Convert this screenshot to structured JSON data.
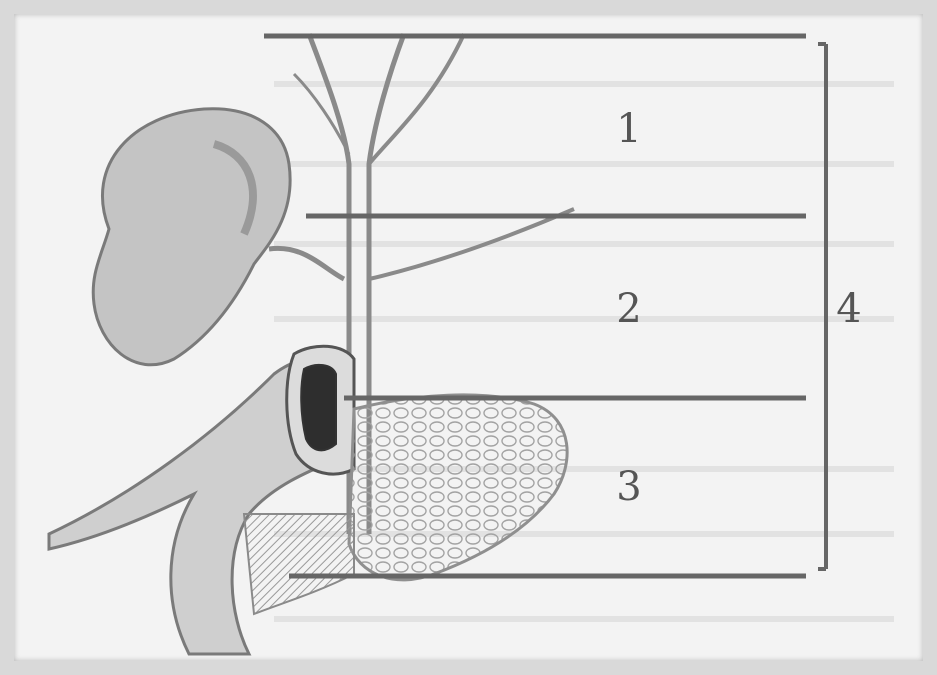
{
  "diagram": {
    "labels": {
      "zone_1": "1",
      "zone_2": "2",
      "zone_3": "3",
      "zone_4": "4"
    },
    "colors": {
      "line": "#6e6e6e",
      "organ_fill": "#bdbdbd",
      "organ_shade": "#8f8f8f",
      "text": "#555555",
      "background": "#f3f3f3"
    }
  }
}
